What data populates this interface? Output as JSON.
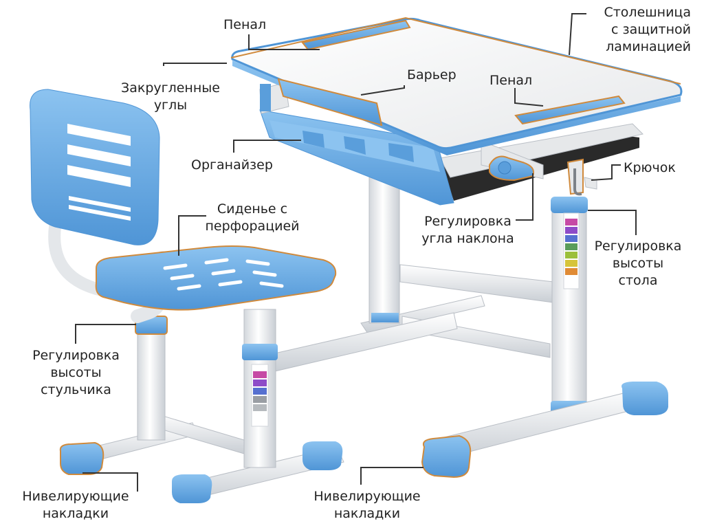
{
  "labels": {
    "penal_top": "Пенал",
    "tabletop": "Столешница\nс защитной\nламинацией",
    "rounded_corners": "Закругленные\nуглы",
    "barrier": "Барьер",
    "penal_right": "Пенал",
    "organizer": "Органайзер",
    "hook": "Крючок",
    "seat": "Сиденье с\nперфорацией",
    "tilt": "Регулировка\nугла наклона",
    "desk_height": "Регулировка\nвысоты\nстола",
    "chair_height": "Регулировка\nвысоты\nстульчика",
    "pads_left": "Нивелирующие\nнакладки",
    "pads_right": "Нивелирующие\nнакладки"
  },
  "colors": {
    "accent_blue": "#6aaee8",
    "accent_blue_dark": "#4f95d6",
    "frame_white": "#eef0f2",
    "highlight_outline": "#d08a3c",
    "leader_line": "#333333"
  }
}
